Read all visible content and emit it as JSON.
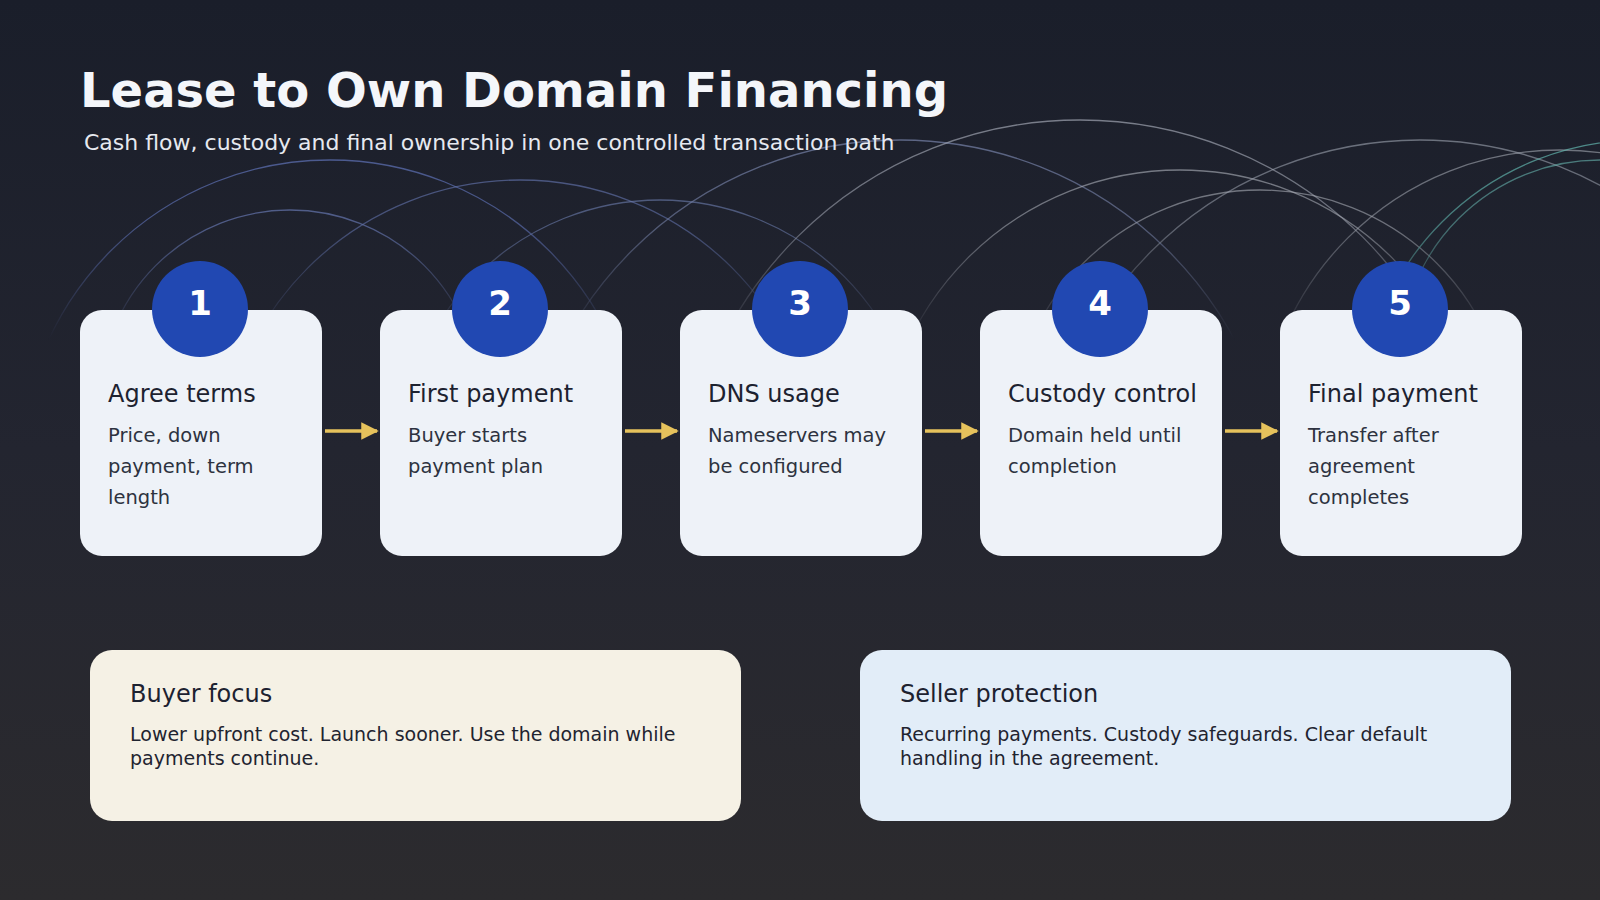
{
  "diagram": {
    "title": "Lease to Own Domain Financing",
    "caption": "Cash flow, custody and final ownership in one controlled transaction path",
    "nodes": [
      {
        "text": [
          "1"
        ]
      },
      {
        "text": [
          "Agree terms",
          "Price, down payment, term length"
        ]
      },
      {
        "text": [
          "2"
        ]
      },
      {
        "text": [
          "First payment",
          "Buyer starts payment plan"
        ]
      },
      {
        "text": [
          "3"
        ]
      },
      {
        "text": [
          "DNS usage",
          "Nameservers may be configured"
        ]
      },
      {
        "text": [
          "4"
        ]
      },
      {
        "text": [
          "Custody control",
          "Domain held until completion"
        ]
      },
      {
        "text": [
          "5"
        ]
      },
      {
        "text": [
          "Final payment",
          "Transfer after agreement completes"
        ]
      },
      {
        "text": [
          "Buyer focus",
          "Lower upfront cost. Launch sooner. Use the domain while payments continue."
        ]
      },
      {
        "text": [
          "Seller protection",
          "Recurring payments. Custody safeguards. Clear default handling in the agreement."
        ]
      }
    ],
    "edges": [
      {
        "from": 1,
        "to": 3,
        "arrow": "to"
      },
      {
        "from": 3,
        "to": 5,
        "arrow": "to"
      },
      {
        "from": 5,
        "to": 7,
        "arrow": "to"
      },
      {
        "from": 7,
        "to": 9,
        "arrow": "to"
      }
    ]
  }
}
